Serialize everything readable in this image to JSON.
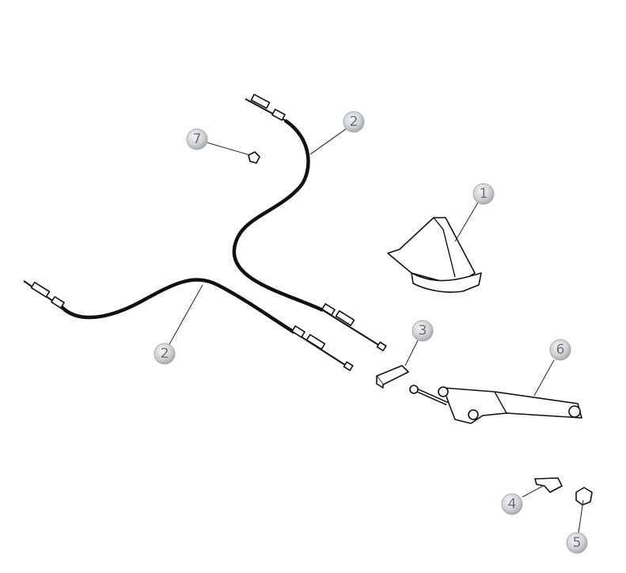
{
  "diagram": {
    "callouts": [
      {
        "part": "console-boot",
        "label": "1"
      },
      {
        "part": "rear-cable-upper",
        "label": "2"
      },
      {
        "part": "rear-cable-lower",
        "label": "2"
      },
      {
        "part": "clip",
        "label": "3"
      },
      {
        "part": "bracket",
        "label": "4"
      },
      {
        "part": "nut",
        "label": "5"
      },
      {
        "part": "handbrake-lever",
        "label": "6"
      },
      {
        "part": "cable-clip",
        "label": "7"
      }
    ],
    "colors": {
      "callout_fill": "#c9ccd0",
      "callout_text": "#6a6f74",
      "line": "#111111"
    }
  }
}
